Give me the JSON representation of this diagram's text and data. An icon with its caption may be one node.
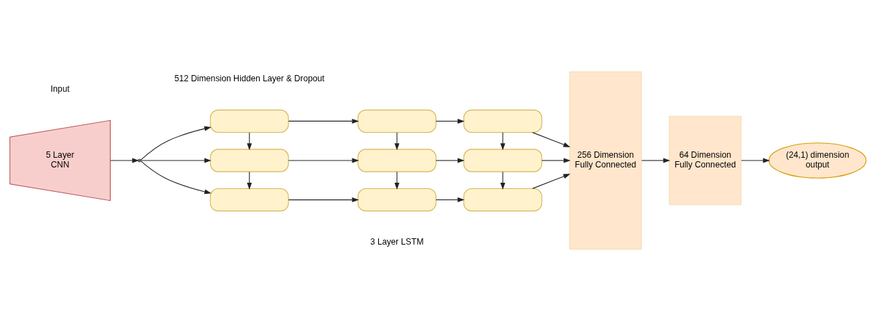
{
  "diagram": {
    "nodes": [
      {
        "text": [
          "5 Layer CNN"
        ]
      },
      {
        "text": [],
        "shape": "brace"
      },
      {
        "text": [],
        "shape": "box"
      },
      {
        "text": [],
        "shape": "box"
      },
      {
        "text": [],
        "shape": "box"
      },
      {
        "text": [],
        "shape": "box"
      },
      {
        "text": [],
        "shape": "box"
      },
      {
        "text": [],
        "shape": "box"
      },
      {
        "text": [],
        "shape": "box"
      },
      {
        "text": [],
        "shape": "box"
      },
      {
        "text": [],
        "shape": "box"
      },
      {
        "text": [
          "256 Dimension Fully Connected"
        ]
      },
      {
        "text": [
          "64 Dimension Fully Connected"
        ]
      },
      {
        "text": [
          "(24,1) dimension output"
        ]
      }
    ],
    "edges": [
      {
        "from": 0,
        "to": 1,
        "arrow": "to"
      },
      {
        "from": 1,
        "to": 2,
        "arrow": "to"
      },
      {
        "from": 1,
        "to": 5,
        "arrow": "to"
      },
      {
        "from": 1,
        "to": 8,
        "arrow": "to"
      },
      {
        "from": 2,
        "to": 3,
        "arrow": "to"
      },
      {
        "from": 3,
        "to": 4,
        "arrow": "to"
      },
      {
        "from": 5,
        "to": 6,
        "arrow": "to"
      },
      {
        "from": 6,
        "to": 7,
        "arrow": "to"
      },
      {
        "from": 8,
        "to": 9,
        "arrow": "to"
      },
      {
        "from": 9,
        "to": 10,
        "arrow": "to"
      },
      {
        "from": 2,
        "to": 5,
        "arrow": "to"
      },
      {
        "from": 3,
        "to": 6,
        "arrow": "to"
      },
      {
        "from": 4,
        "to": 7,
        "arrow": "to"
      },
      {
        "from": 5,
        "to": 8,
        "arrow": "to"
      },
      {
        "from": 6,
        "to": 9,
        "arrow": "to"
      },
      {
        "from": 7,
        "to": 10,
        "arrow": "to"
      },
      {
        "from": 4,
        "to": 11,
        "arrow": "to"
      },
      {
        "from": 7,
        "to": 11,
        "arrow": "to"
      },
      {
        "from": 10,
        "to": 11,
        "arrow": "to"
      },
      {
        "from": 11,
        "to": 12,
        "arrow": "to"
      },
      {
        "from": 12,
        "to": 13,
        "arrow": "to"
      }
    ],
    "labels": [
      "Input",
      "512 Dimension Hidden Layer & Dropout",
      "3 Layer LSTM"
    ]
  }
}
